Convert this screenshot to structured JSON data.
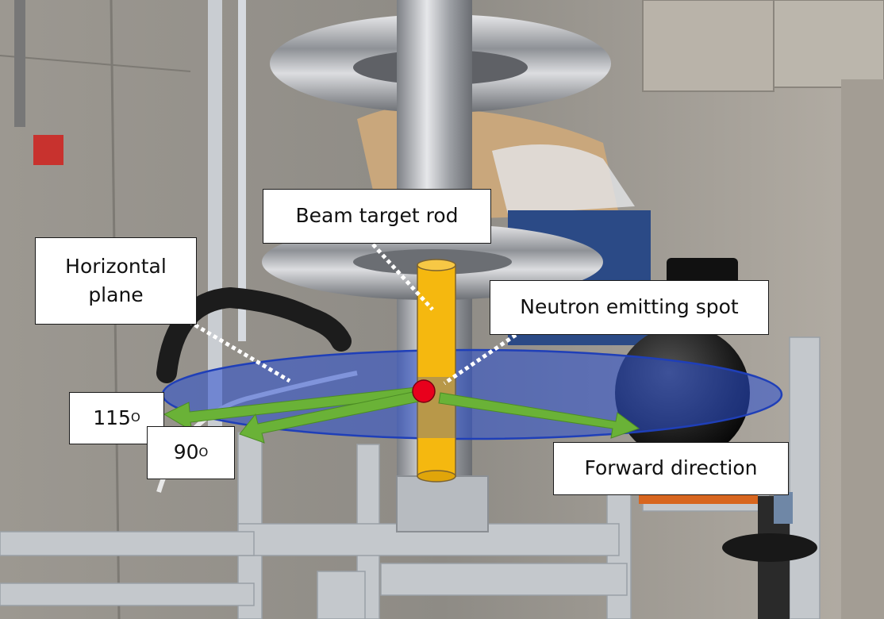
{
  "labels": {
    "beam_target_rod": "Beam target rod",
    "horizontal_plane_line1": "Horizontal",
    "horizontal_plane_line2": "plane",
    "neutron_emitting_spot": "Neutron emitting spot",
    "forward_direction": "Forward direction",
    "angle_115": "115",
    "angle_90": "90",
    "degree_symbol": "O"
  },
  "colors": {
    "plane_fill": "#2a4fd0",
    "plane_stroke": "#1f3fb8",
    "rod": "#f5b80f",
    "spot": "#e8001c",
    "arrows": "#6ab237",
    "label_bg": "#ffffff"
  }
}
